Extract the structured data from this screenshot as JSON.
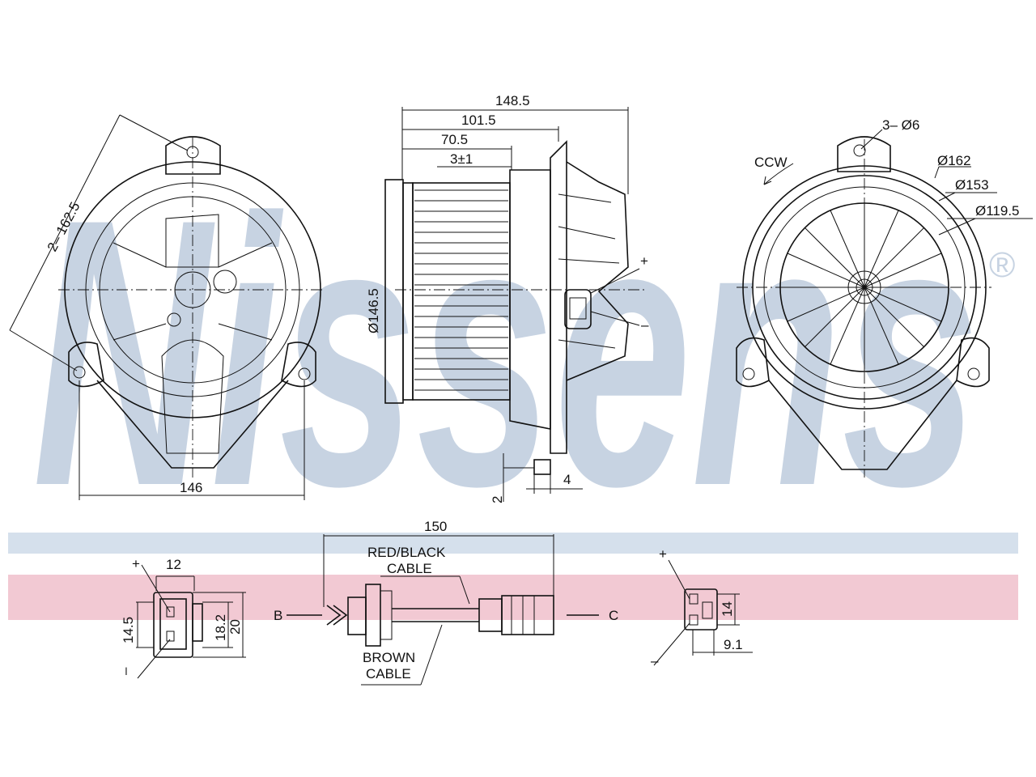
{
  "colors": {
    "line": "#111111",
    "watermark": "#c7d3e2",
    "band_blue": "#d5e0ec",
    "band_pink": "#f2c9d3",
    "background": "#ffffff"
  },
  "watermark": {
    "brand": "Nissens",
    "registered_mark": "®"
  },
  "dimensions": {
    "front_view": {
      "diagonal": "2– 162.5",
      "width": "146"
    },
    "side_view": {
      "overall_length": "148.5",
      "length_2": "101.5",
      "length_3": "70.5",
      "tolerance": "3±1",
      "diameter": "Ø146.5",
      "offset_small": "4",
      "offset_vertical": "2",
      "plus": "+",
      "minus": "–"
    },
    "rear_view": {
      "holes": "3– Ø6",
      "rotation": "CCW",
      "dia_outer": "Ø162",
      "dia_mid": "Ø153",
      "dia_inner": "Ø119.5"
    },
    "connector_left": {
      "width": "12",
      "height_a": "14.5",
      "height_b": "18.2",
      "height_c": "20",
      "plus": "+",
      "minus": "–"
    },
    "cable": {
      "length": "150",
      "red_black_cable": "RED/BLACK\nCABLE",
      "brown_cable": "BROWN\nCABLE",
      "end_b": "B",
      "end_c": "C"
    },
    "connector_right": {
      "height": "14",
      "width": "9.1",
      "plus": "+",
      "minus": "–"
    }
  }
}
